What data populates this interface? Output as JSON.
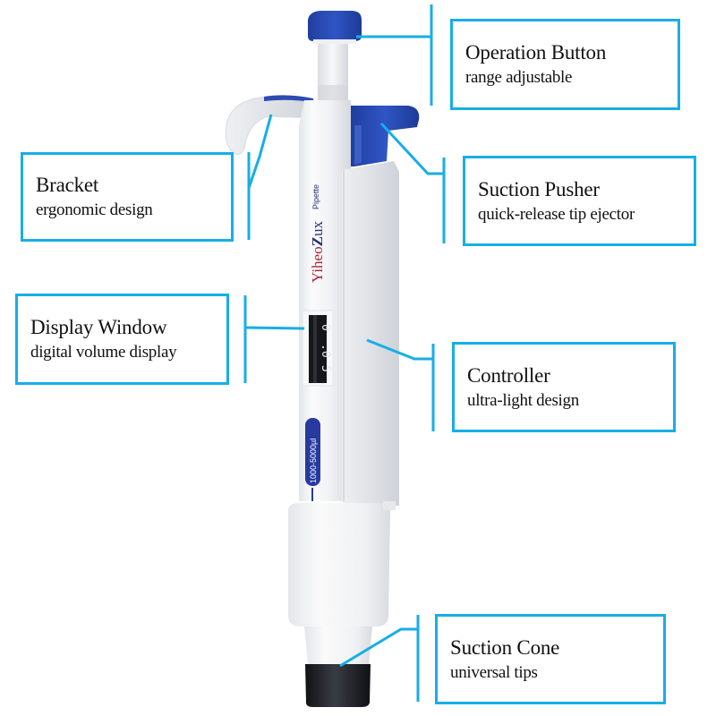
{
  "product": {
    "brand": "YiheoZux",
    "model_label": "Pipette",
    "volume_range": "1000-5000µl",
    "display_digits": [
      "5",
      "0",
      "0"
    ],
    "colors": {
      "accent_line": "#17aee6",
      "plunger_blue": "#2a4db8",
      "brand_red": "#b2242e",
      "brand_navy": "#26347a",
      "body_white": "#f4f5f7",
      "tip_cone_black": "#1c1d22"
    }
  },
  "callouts": [
    {
      "id": "operation-button",
      "title": "Operation Button",
      "subtitle": "range adjustable"
    },
    {
      "id": "suction-pusher",
      "title": "Suction Pusher",
      "subtitle": "quick-release tip ejector"
    },
    {
      "id": "bracket",
      "title": "Bracket",
      "subtitle": "ergonomic design"
    },
    {
      "id": "display-window",
      "title": "Display Window",
      "subtitle": "digital volume display"
    },
    {
      "id": "controller",
      "title": "Controller",
      "subtitle": "ultra-light design"
    },
    {
      "id": "suction-cone",
      "title": "Suction Cone",
      "subtitle": "universal tips"
    }
  ]
}
